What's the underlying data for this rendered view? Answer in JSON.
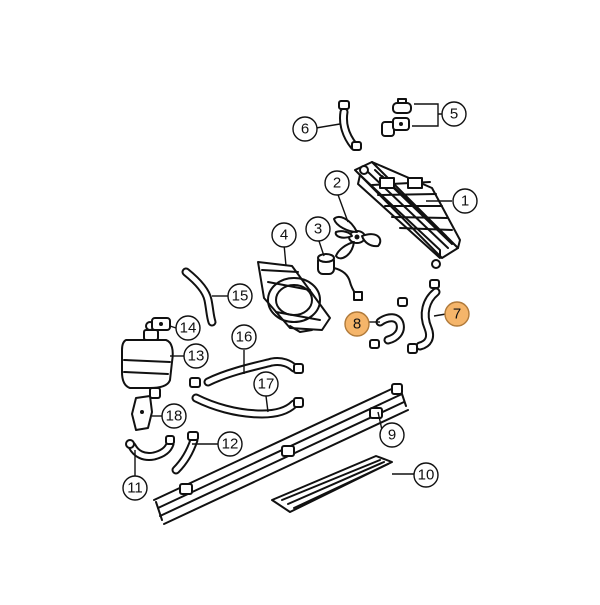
{
  "diagram": {
    "callouts": [
      {
        "id": "1",
        "label": "1",
        "highlighted": false
      },
      {
        "id": "2",
        "label": "2",
        "highlighted": false
      },
      {
        "id": "3",
        "label": "3",
        "highlighted": false
      },
      {
        "id": "4",
        "label": "4",
        "highlighted": false
      },
      {
        "id": "5",
        "label": "5",
        "highlighted": false
      },
      {
        "id": "6",
        "label": "6",
        "highlighted": false
      },
      {
        "id": "7",
        "label": "7",
        "highlighted": true
      },
      {
        "id": "8",
        "label": "8",
        "highlighted": true
      },
      {
        "id": "9",
        "label": "9",
        "highlighted": false
      },
      {
        "id": "10",
        "label": "10",
        "highlighted": false
      },
      {
        "id": "11",
        "label": "11",
        "highlighted": false
      },
      {
        "id": "12",
        "label": "12",
        "highlighted": false
      },
      {
        "id": "13",
        "label": "13",
        "highlighted": false
      },
      {
        "id": "14",
        "label": "14",
        "highlighted": false
      },
      {
        "id": "15",
        "label": "15",
        "highlighted": false
      },
      {
        "id": "16",
        "label": "16",
        "highlighted": false
      },
      {
        "id": "17",
        "label": "17",
        "highlighted": false
      },
      {
        "id": "18",
        "label": "18",
        "highlighted": false
      }
    ],
    "colors": {
      "highlight_fill": "#f5b56a",
      "line": "#111111",
      "background": "#ffffff"
    }
  }
}
